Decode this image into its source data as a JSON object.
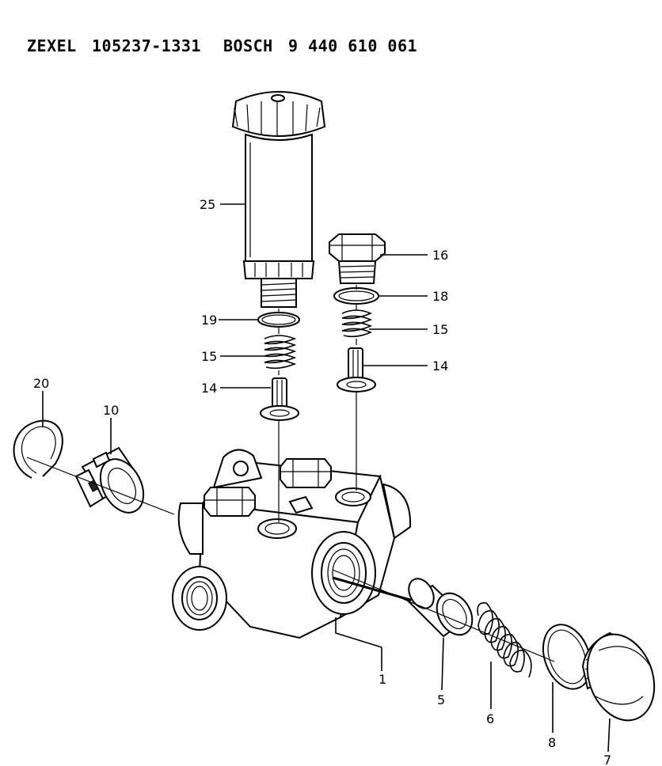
{
  "header": {
    "maker1": "ZEXEL",
    "part1": "105237-1331",
    "maker2": "BOSCH",
    "part2": "9 440 610 061"
  },
  "callouts": {
    "c25": "25",
    "c16": "16",
    "c18": "18",
    "c15a": "15",
    "c15b": "15",
    "c19": "19",
    "c14a": "14",
    "c14b": "14",
    "c20": "20",
    "c10": "10",
    "c1": "1",
    "c5": "5",
    "c6": "6",
    "c8": "8",
    "c7": "7"
  }
}
